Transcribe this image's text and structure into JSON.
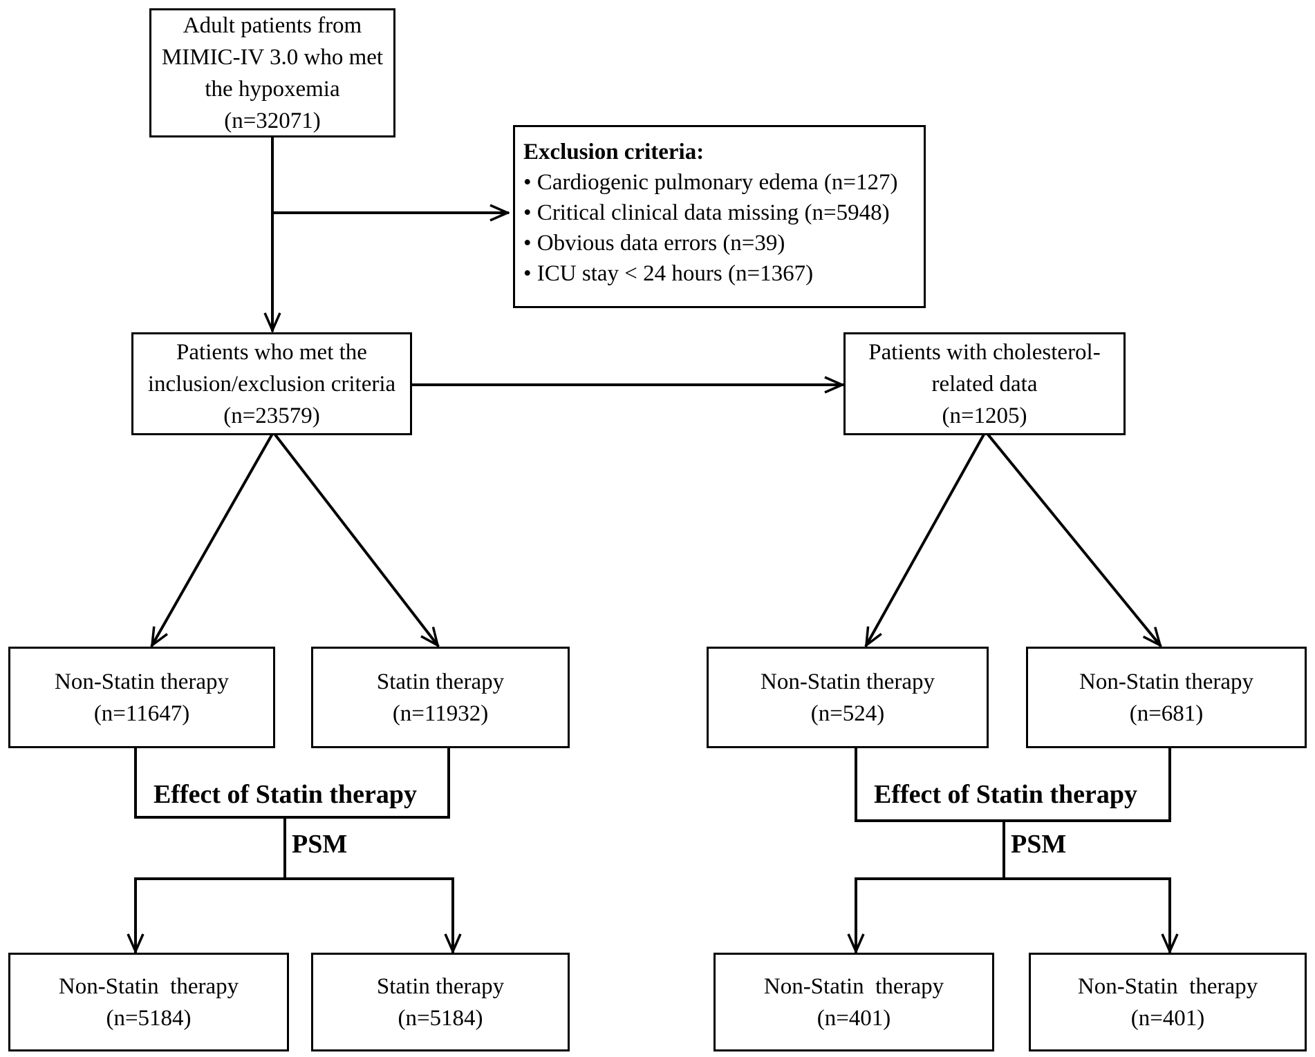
{
  "colors": {
    "stroke": "#000000",
    "background": "#ffffff"
  },
  "boxes": {
    "source": {
      "line1": "Adult patients from",
      "line2": "MIMIC-IV 3.0 who met",
      "line3": "the hypoxemia",
      "count": "(n=32071)"
    },
    "exclusion": {
      "heading": "Exclusion criteria:",
      "items": [
        "• Cardiogenic pulmonary edema (n=127)",
        "• Critical clinical data missing (n=5948)",
        "• Obvious data errors (n=39)",
        "• ICU stay < 24 hours (n=1367)"
      ]
    },
    "included": {
      "line1": "Patients who met the",
      "line2": "inclusion/exclusion criteria",
      "count": "(n=23579)"
    },
    "cholesterol": {
      "line1": "Patients with cholesterol-",
      "line2": "related data",
      "count": "(n=1205)"
    },
    "left_non_statin": {
      "label": "Non-Statin therapy",
      "count": "(n=11647)"
    },
    "left_statin": {
      "label": "Statin therapy",
      "count": "(n=11932)"
    },
    "right_non_statin_a": {
      "label": "Non-Statin therapy",
      "count": "(n=524)"
    },
    "right_non_statin_b": {
      "label": "Non-Statin therapy",
      "count": "(n=681)"
    },
    "left_psm_non_statin": {
      "label": "Non-Statin  therapy",
      "count": "(n=5184)"
    },
    "left_psm_statin": {
      "label": "Statin therapy",
      "count": "(n=5184)"
    },
    "right_psm_non_statin_a": {
      "label": "Non-Statin  therapy",
      "count": "(n=401)"
    },
    "right_psm_non_statin_b": {
      "label": "Non-Statin  therapy",
      "count": "(n=401)"
    }
  },
  "labels": {
    "left_effect": "Effect of Statin therapy",
    "right_effect": "Effect of Statin therapy",
    "left_psm": "PSM",
    "right_psm": "PSM"
  }
}
